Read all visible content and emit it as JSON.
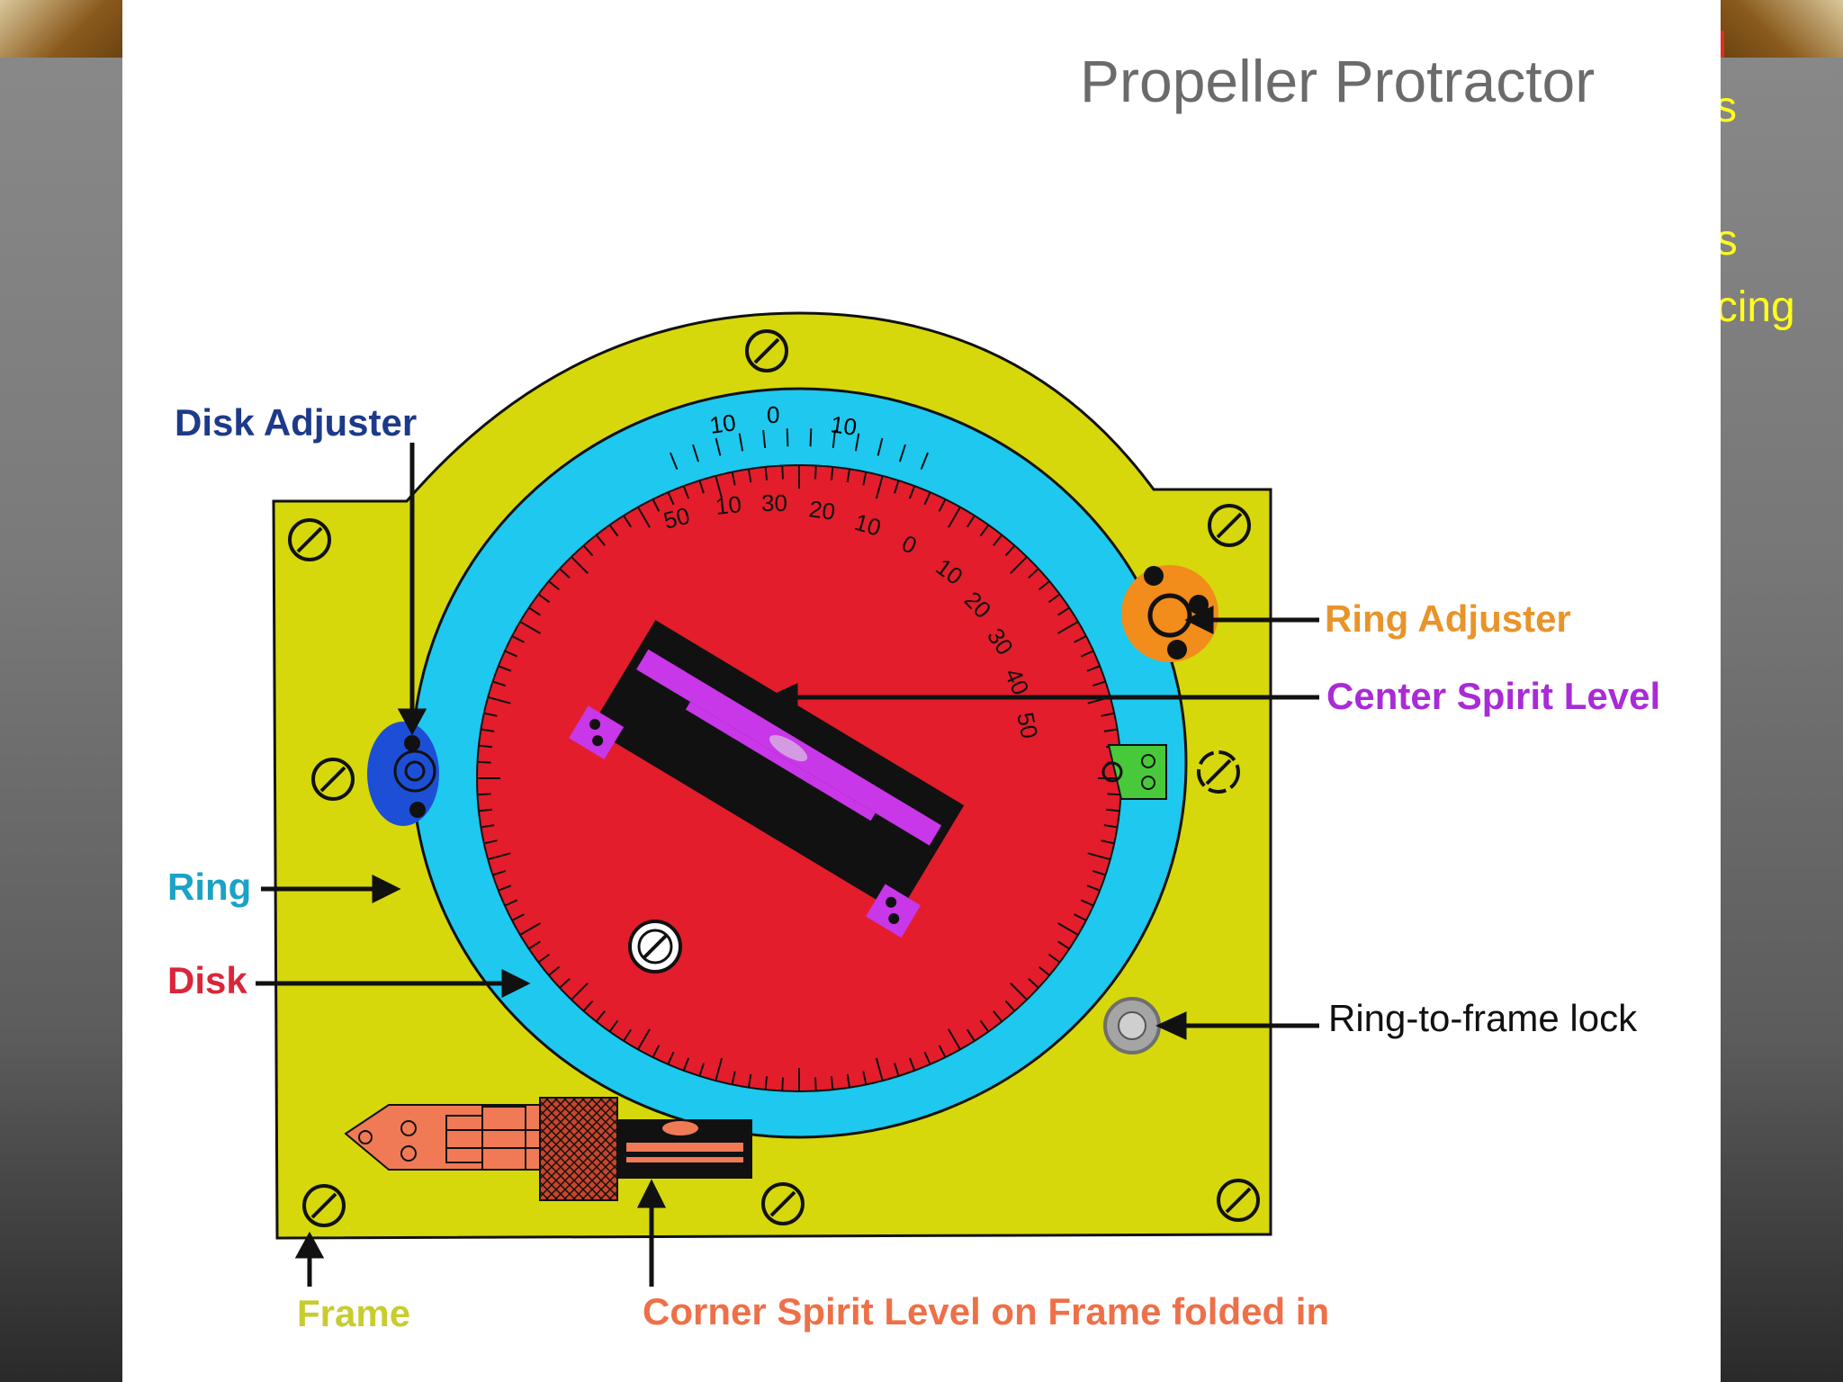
{
  "title": "Propeller Protractor",
  "background_fragments": [
    "s",
    "ns",
    "ncing"
  ],
  "labels": {
    "disk_adjuster": "Disk Adjuster",
    "ring_adjuster": "Ring Adjuster",
    "center_spirit_level": "Center Spirit Level",
    "ring": "Ring",
    "disk": "Disk",
    "ring_to_frame_lock": "Ring-to-frame lock",
    "frame": "Frame",
    "corner_spirit_level": "Corner Spirit Level on Frame folded in"
  },
  "scale": {
    "ring_numbers": [
      "10",
      "0",
      "10"
    ],
    "disk_numbers": [
      "50",
      "10",
      "30",
      "20",
      "10",
      "0",
      "10",
      "20",
      "30",
      "40",
      "50"
    ]
  },
  "colors": {
    "frame": "#d6d80c",
    "ring": "#1ec8ee",
    "disk": "#e31d2b",
    "level": "#c837e8",
    "disk_adjuster": "#1d4fd6",
    "ring_adjuster": "#f28c1a",
    "label_disk_adjuster": "#1d3a8a",
    "label_ring_adjuster": "#e8942a",
    "label_center_level": "#a92bd6",
    "label_ring": "#1aa3c6",
    "label_disk": "#d9263a",
    "label_lock": "#111111",
    "label_frame": "#c8cc30",
    "label_corner": "#ee7048"
  }
}
